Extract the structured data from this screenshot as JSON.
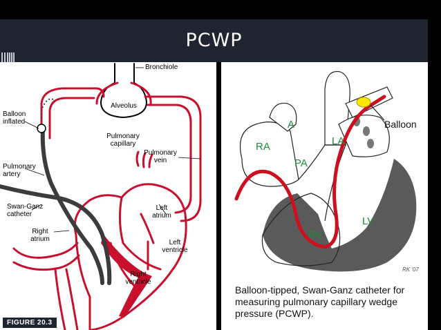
{
  "slide": {
    "title": "PCWP"
  },
  "left_figure": {
    "labels": {
      "bronchiole": "Bronchiole",
      "alveolus": "Alveolus",
      "balloon_inflated": "Balloon\ninflated",
      "pulmonary_capillary": "Pulmonary\ncapillary",
      "pulmonary_vein": "Pulmonary\nvein",
      "pulmonary_artery": "Pulmonary\nartery",
      "swan_ganz_catheter": "Swan-Ganz\ncatheter",
      "left_atrium": "Left\natrium",
      "right_atrium": "Right\natrium",
      "left_ventricle": "Left\nventricle",
      "right_ventricle": "Right\nventricle"
    },
    "figure_tag": "FIGURE 20.3"
  },
  "right_figure": {
    "labels": {
      "a": "A",
      "ra": "RA",
      "la": "LA",
      "pa": "PA",
      "rv": "RV",
      "lv": "LV",
      "balloon": "Balloon"
    },
    "signature": "RK '07",
    "caption": "Balloon-tipped, Swan-Ganz catheter for measuring pulmonary capillary wedge pressure (PCWP)."
  },
  "colors": {
    "title_bar": "#1f2530",
    "vessel_red": "#c8102e",
    "catheter_gray": "#444444",
    "heart_gray": "#5a5a5a",
    "balloon_yellow": "#ffe600",
    "chamber_label_green": "#1f8a3a"
  }
}
